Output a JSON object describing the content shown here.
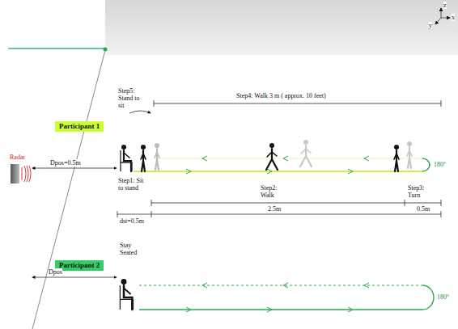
{
  "diagram": {
    "nodes": [
      {
        "text": [
          "Participant 1"
        ]
      },
      {
        "text": [
          "Participant 2"
        ]
      }
    ],
    "labels": [
      "Step5: Stand to sit",
      "Step4: Walk 3 m ( approx. 10 feet)",
      "Radar",
      "Dpos=0.5m",
      "Step1: Sit to stand",
      "Step2: Walk",
      "Step3: Turn",
      "180°",
      "2.5m",
      "0.5m",
      "dst=0.5m",
      "Stay Seated",
      "Dpos",
      "180°",
      "z",
      "x",
      "y"
    ]
  }
}
